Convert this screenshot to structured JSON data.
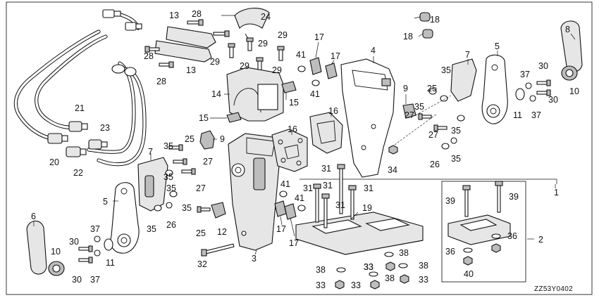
{
  "diagram_code": "ZZ53Y0402",
  "callouts": {
    "c1": "1",
    "c2": "2",
    "c3": "3",
    "c4": "4",
    "c5a": "5",
    "c5b": "5",
    "c6": "6",
    "c7a": "7",
    "c7b": "7",
    "c8": "8",
    "c9a": "9",
    "c9b": "9",
    "c10a": "10",
    "c10b": "10",
    "c11a": "11",
    "c11b": "11",
    "c12": "12",
    "c13a": "13",
    "c13b": "13",
    "c14": "14",
    "c15a": "15",
    "c15b": "15",
    "c16a": "16",
    "c16b": "16",
    "c17a": "17",
    "c17b": "17",
    "c17c": "17",
    "c17d": "17",
    "c18a": "18",
    "c18b": "18",
    "c19": "19",
    "c20": "20",
    "c21": "21",
    "c22": "22",
    "c23": "23",
    "c24": "24",
    "c25a": "25",
    "c25b": "25",
    "c25c": "25",
    "c26a": "26",
    "c26b": "26",
    "c27a": "27",
    "c27b": "27",
    "c27c": "27",
    "c27d": "27",
    "c28a": "28",
    "c28b": "28",
    "c28c": "28",
    "c29a": "29",
    "c29b": "29",
    "c29c": "29",
    "c29d": "29",
    "c29e": "29",
    "c30a": "30",
    "c30b": "30",
    "c30c": "30",
    "c30d": "30",
    "c31a": "31",
    "c31b": "31",
    "c31c": "31",
    "c31d": "31",
    "c31e": "31",
    "c32": "32",
    "c33a": "33",
    "c33b": "33",
    "c33c": "33",
    "c33d": "33",
    "c33e": "33",
    "c34": "34",
    "c35a": "35",
    "c35b": "35",
    "c35c": "35",
    "c35d": "35",
    "c35e": "35",
    "c35f": "35",
    "c35g": "35",
    "c35h": "35",
    "c35i": "35",
    "c36a": "36",
    "c36b": "36",
    "c37a": "37",
    "c37b": "37",
    "c37c": "37",
    "c37d": "37",
    "c38a": "38",
    "c38b": "38",
    "c38c": "38",
    "c38d": "38",
    "c39a": "39",
    "c39b": "39",
    "c40": "40",
    "c41a": "41",
    "c41b": "41",
    "c41c": "41",
    "c41d": "41"
  }
}
